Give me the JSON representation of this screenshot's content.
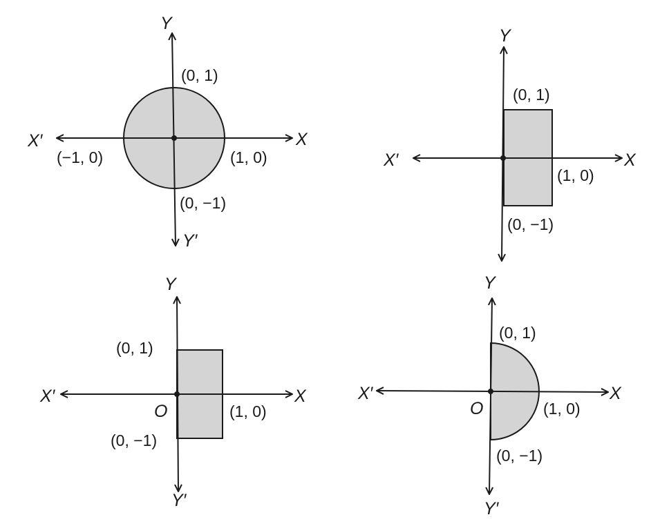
{
  "axis_labels": {
    "x": "X",
    "x_neg": "X′",
    "y": "Y",
    "y_neg": "Y′",
    "origin": "O"
  },
  "panels": [
    {
      "id": "top-left",
      "shape": "circle",
      "labels": {
        "top": "(0, 1)",
        "bottom": "(0, −1)",
        "right": "(1, 0)",
        "left": "(−1, 0)"
      }
    },
    {
      "id": "top-right",
      "shape": "rectangle",
      "labels": {
        "top": "(0, 1)",
        "bottom": "(0, −1)",
        "right": "(1, 0)"
      }
    },
    {
      "id": "bottom-left",
      "shape": "rectangle",
      "labels": {
        "top": "(0, 1)",
        "bottom": "(0, −1)",
        "right": "(1, 0)"
      }
    },
    {
      "id": "bottom-right",
      "shape": "semicircle",
      "labels": {
        "top": "(0, 1)",
        "bottom": "(0, −1)",
        "right": "(1, 0)"
      }
    }
  ]
}
